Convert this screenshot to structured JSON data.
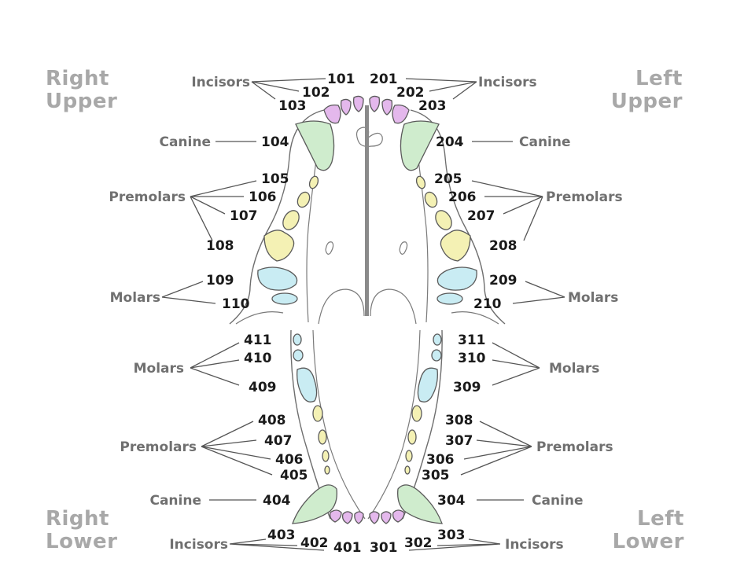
{
  "quadrants": {
    "right_upper": [
      "Right",
      "Upper"
    ],
    "left_upper": [
      "Left",
      "Upper"
    ],
    "right_lower": [
      "Right",
      "Lower"
    ],
    "left_lower": [
      "Left",
      "Lower"
    ]
  },
  "groups": {
    "ru_incisors": "Incisors",
    "lu_incisors": "Incisors",
    "ru_canine": "Canine",
    "lu_canine": "Canine",
    "ru_premolars": "Premolars",
    "lu_premolars": "Premolars",
    "ru_molars": "Molars",
    "lu_molars": "Molars",
    "rl_molars": "Molars",
    "ll_molars": "Molars",
    "rl_premolars": "Premolars",
    "ll_premolars": "Premolars",
    "rl_canine": "Canine",
    "ll_canine": "Canine",
    "rl_incisors": "Incisors",
    "ll_incisors": "Incisors"
  },
  "teeth": {
    "t101": "101",
    "t102": "102",
    "t103": "103",
    "t104": "104",
    "t105": "105",
    "t106": "106",
    "t107": "107",
    "t108": "108",
    "t109": "109",
    "t110": "110",
    "t201": "201",
    "t202": "202",
    "t203": "203",
    "t204": "204",
    "t205": "205",
    "t206": "206",
    "t207": "207",
    "t208": "208",
    "t209": "209",
    "t210": "210",
    "t301": "301",
    "t302": "302",
    "t303": "303",
    "t304": "304",
    "t305": "305",
    "t306": "306",
    "t307": "307",
    "t308": "308",
    "t309": "309",
    "t310": "310",
    "t311": "311",
    "t401": "401",
    "t402": "402",
    "t403": "403",
    "t404": "404",
    "t405": "405",
    "t406": "406",
    "t407": "407",
    "t408": "408",
    "t409": "409",
    "t410": "410",
    "t411": "411"
  },
  "colors": {
    "incisor": "#e4b8ec",
    "canine": "#cfeccd",
    "premolar": "#f4f1b4",
    "molar": "#c9ecf3",
    "quadrant_text": "#a8a8a8",
    "group_text": "#707070",
    "number_text": "#1a1a1a"
  }
}
